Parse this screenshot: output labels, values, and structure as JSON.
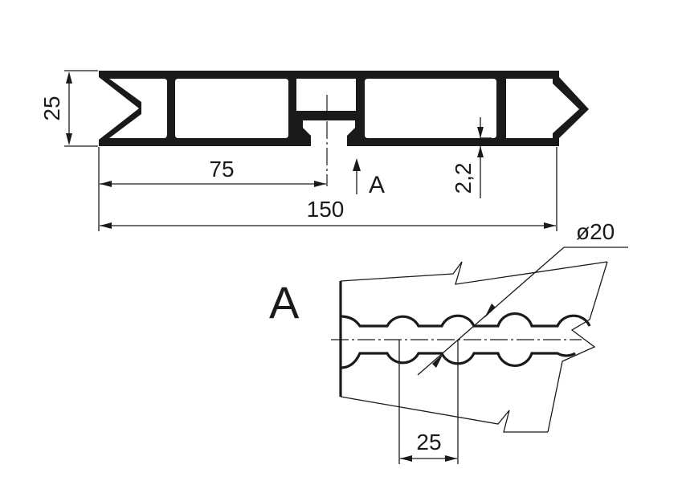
{
  "dimensions": {
    "height": "25",
    "half_width": "75",
    "width": "150",
    "wall_thickness": "2,2",
    "diameter": "ø20",
    "pitch": "25"
  },
  "view": {
    "arrow_label": "A",
    "detail_label": "A"
  }
}
